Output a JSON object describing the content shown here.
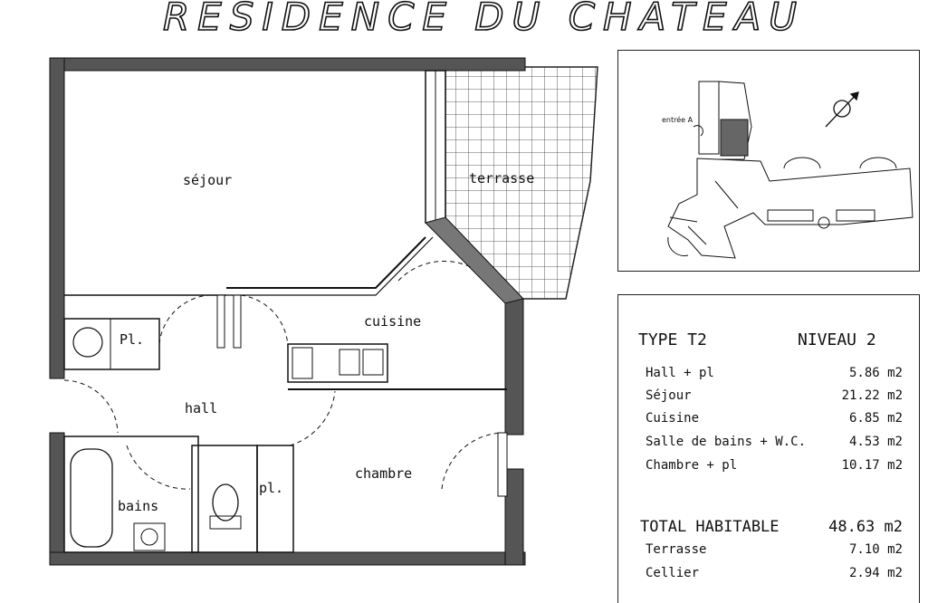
{
  "title": "RESIDENCE DU CHATEAU",
  "rooms": {
    "sejour": "séjour",
    "terrasse": "terrasse",
    "cuisine": "cuisine",
    "pl_left": "Pl.",
    "hall": "hall",
    "bains": "bains",
    "pl_right": "pl.",
    "chambre": "chambre"
  },
  "site_map": {
    "entree": "entrée A"
  },
  "summary": {
    "type": "TYPE  T2",
    "niveau": "NIVEAU 2",
    "rows": [
      {
        "label": "Hall + pl",
        "value": "5.86 m2"
      },
      {
        "label": "Séjour",
        "value": "21.22 m2"
      },
      {
        "label": "Cuisine",
        "value": "6.85 m2"
      },
      {
        "label": "Salle de bains + W.C.",
        "value": "4.53 m2"
      },
      {
        "label": "Chambre + pl",
        "value": "10.17 m2"
      }
    ],
    "total_label": "TOTAL HABITABLE",
    "total_value": "48.63 m2",
    "extras": [
      {
        "label": "Terrasse",
        "value": "7.10 m2"
      },
      {
        "label": "Cellier",
        "value": "2.94 m2"
      }
    ]
  }
}
